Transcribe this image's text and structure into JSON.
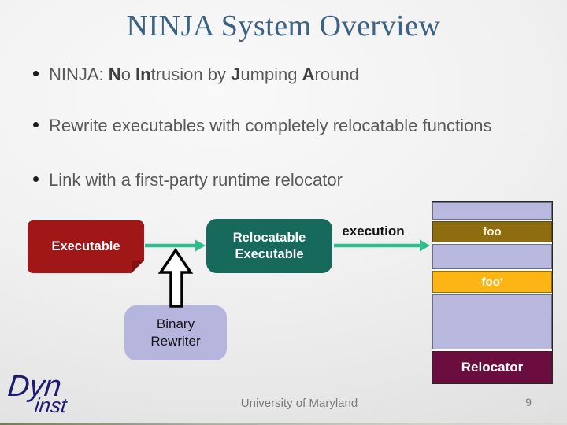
{
  "slide": {
    "title": "NINJA System Overview",
    "bullets": {
      "acronym": {
        "parts": [
          {
            "text": "NINJA: ",
            "bold": false
          },
          {
            "text": "N",
            "bold": true
          },
          {
            "text": "o ",
            "bold": false
          },
          {
            "text": "In",
            "bold": true
          },
          {
            "text": "trusion by ",
            "bold": false
          },
          {
            "text": "J",
            "bold": true
          },
          {
            "text": "umping ",
            "bold": false
          },
          {
            "text": "A",
            "bold": true
          },
          {
            "text": "round",
            "bold": false
          }
        ]
      },
      "rewrite": "Rewrite executables with completely relocatable functions",
      "link": "Link with a first-party runtime relocator"
    }
  },
  "diagram": {
    "executable_box": {
      "label": "Executable",
      "color": "#a11616"
    },
    "relocatable_box": {
      "line1": "Relocatable",
      "line2": "Executable",
      "color": "#17695c"
    },
    "execution_label": "execution",
    "binary_rewriter_box": {
      "line1": "Binary",
      "line2": "Rewriter",
      "color": "#b5b5de"
    },
    "arrow_color": "#2ebd8d",
    "memory_stack": {
      "segments": [
        {
          "label": "",
          "color": "#b9b9e0"
        },
        {
          "label": "foo",
          "color": "#8e6d0e"
        },
        {
          "label": "",
          "color": "#b9b9e0"
        },
        {
          "label": "foo'",
          "color": "#fdb515"
        },
        {
          "label": "",
          "color": "#b9b9e0"
        },
        {
          "label": "Relocator",
          "color": "#6b0d3f"
        }
      ]
    }
  },
  "footer": {
    "institution": "University of Maryland",
    "page_number": "9",
    "logo": {
      "part1": "Dyn",
      "part2": "inst"
    }
  },
  "colors": {
    "title": "#3c6284",
    "body_text": "#595959",
    "body_text_bold": "#3f3f3f"
  }
}
